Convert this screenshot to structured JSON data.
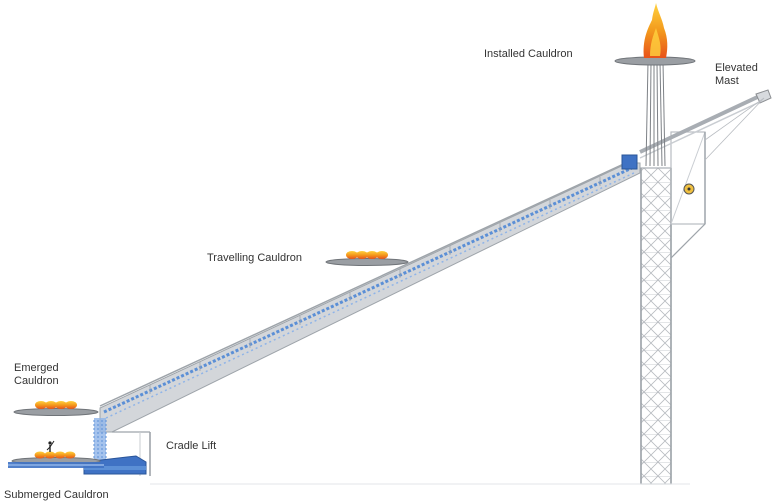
{
  "labels": {
    "installed": "Installed Cauldron",
    "elevated_line1": "Elevated",
    "elevated_line2": "Mast",
    "travelling": "Travelling Cauldron",
    "emerged_line1": "Emerged",
    "emerged_line2": "Cauldron",
    "cradle": "Cradle Lift",
    "submerged": "Submerged Cauldron"
  },
  "colors": {
    "ramp": "#c9cdd2",
    "ramp_edge": "#9ea4aa",
    "water": "#5b8fd6",
    "tower": "#b8bcc1",
    "flame": "#f39a1d",
    "flame_core": "#ffd23f",
    "dish": "#8c8f93",
    "pool": "#3f72c4"
  }
}
